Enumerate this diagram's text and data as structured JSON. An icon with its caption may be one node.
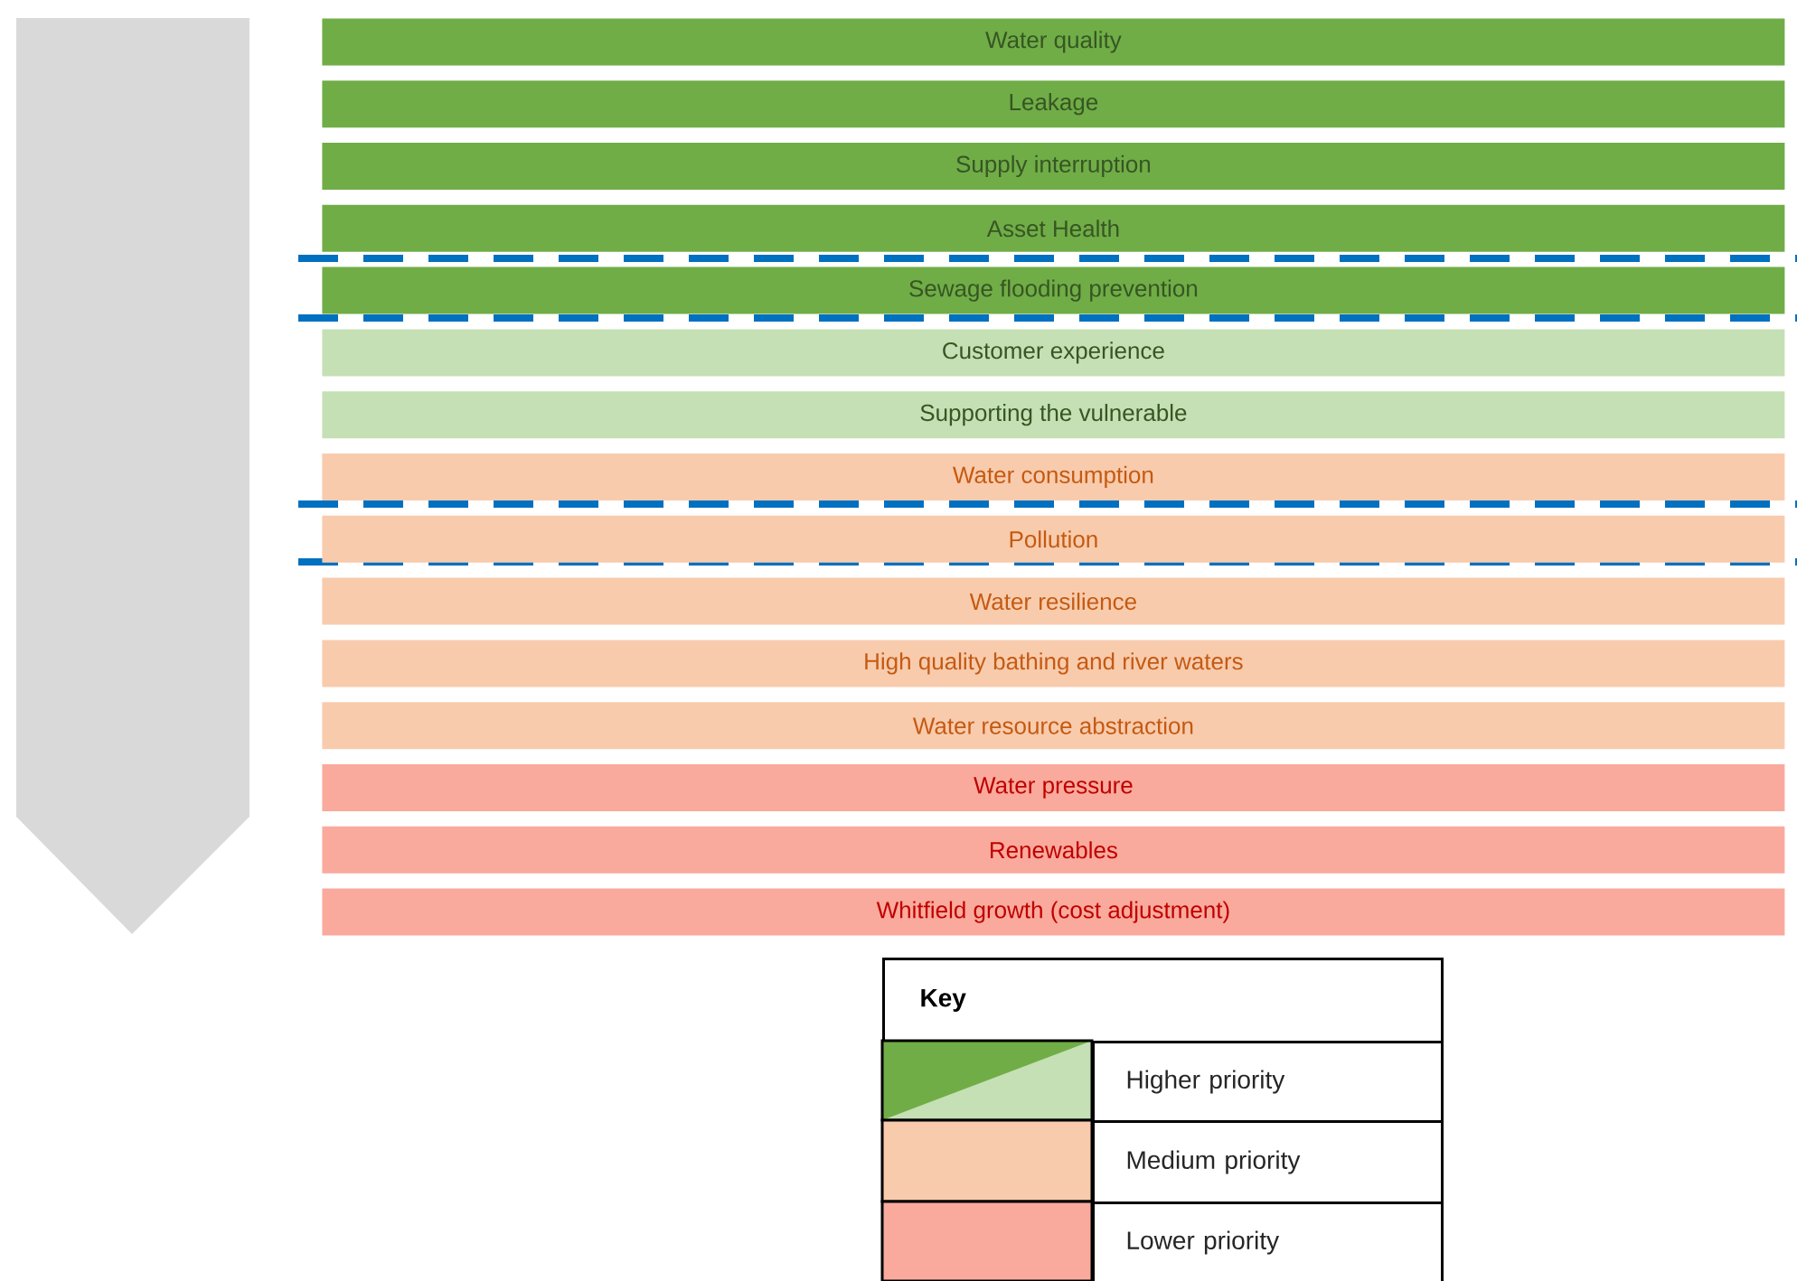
{
  "diagram": {
    "nodes": [
      {
        "text": [
          "Water quality"
        ]
      },
      {
        "text": [
          "Leakage"
        ]
      },
      {
        "text": [
          "Supply interruption"
        ]
      },
      {
        "text": [
          "Asset Health"
        ]
      },
      {
        "text": [
          "Sewage flooding prevention"
        ]
      },
      {
        "text": [
          "Customer experience"
        ]
      },
      {
        "text": [
          "Supporting the vulnerable"
        ]
      },
      {
        "text": [
          "Water consumption"
        ]
      },
      {
        "text": [
          "Pollution"
        ]
      },
      {
        "text": [
          "Water resilience"
        ]
      },
      {
        "text": [
          "High quality bathing and river waters"
        ]
      },
      {
        "text": [
          "Water resource abstraction"
        ]
      },
      {
        "text": [
          "Water pressure"
        ]
      },
      {
        "text": [
          "Renewables"
        ]
      },
      {
        "text": [
          "Whitfield growth (cost adjustment)"
        ]
      }
    ],
    "labels": [
      "Key"
    ],
    "legend": [
      {
        "text": "Higher priority"
      },
      {
        "text": "Medium priority",
        "color": "#f8cbad"
      },
      {
        "text": "Lower priority",
        "color": "#f9aa9c"
      }
    ]
  }
}
